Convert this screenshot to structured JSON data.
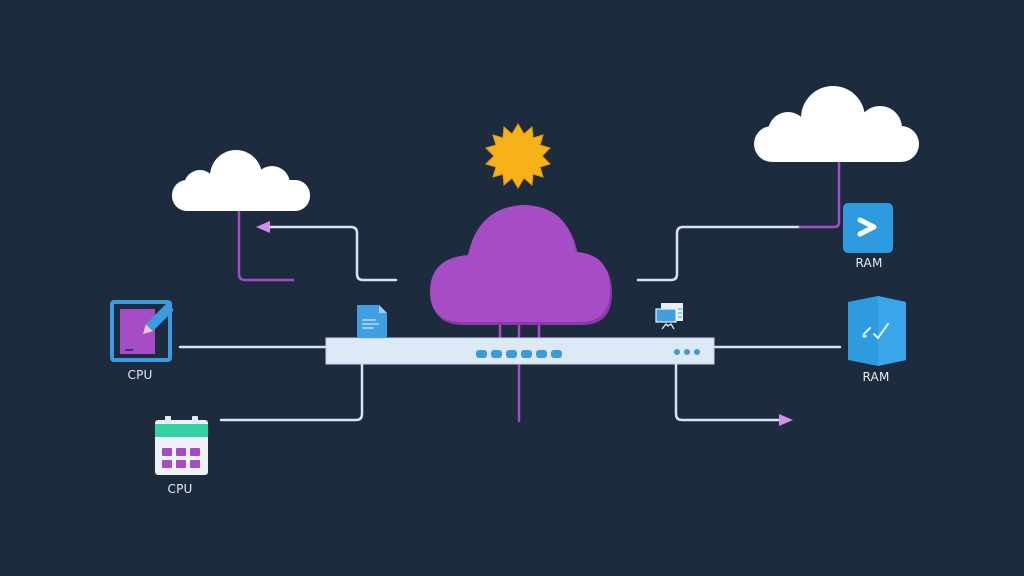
{
  "colors": {
    "background": "#1d2b3e",
    "central_cloud": "#a64cc4",
    "central_cloud_dark": "#8a3aa6",
    "sun": "#f7b21a",
    "white_cloud": "#ffffff",
    "connector_light": "#d9e4f0",
    "connector_purple": "#a24cc8",
    "arrow_head": "#d88cf0",
    "switch_body": "#dde9f5",
    "port_blue": "#3d9ad9",
    "icon_blue": "#2e9be0",
    "calendar_green": "#34d1a4",
    "calendar_purple": "#a54cc4"
  },
  "nodes": {
    "central_cloud": {
      "icon": "cloud-icon"
    },
    "sun": {
      "icon": "sun-icon"
    },
    "left_cloud": {
      "icon": "cloud-icon"
    },
    "right_cloud": {
      "icon": "cloud-icon"
    },
    "switch": {
      "icon": "network-switch-icon",
      "ports": 6,
      "status_dots": 3
    },
    "document": {
      "icon": "document-icon"
    },
    "monitor": {
      "icon": "monitor-icon"
    }
  },
  "labels": {
    "edit_node": "CPU",
    "calendar_node": "CPU",
    "terminal_node": "RAM",
    "cube_node": "RAM"
  },
  "icons": {
    "edit_node": "edit-document-icon",
    "calendar_node": "calendar-icon",
    "terminal_node": "terminal-icon",
    "cube_node": "cube-icon"
  }
}
